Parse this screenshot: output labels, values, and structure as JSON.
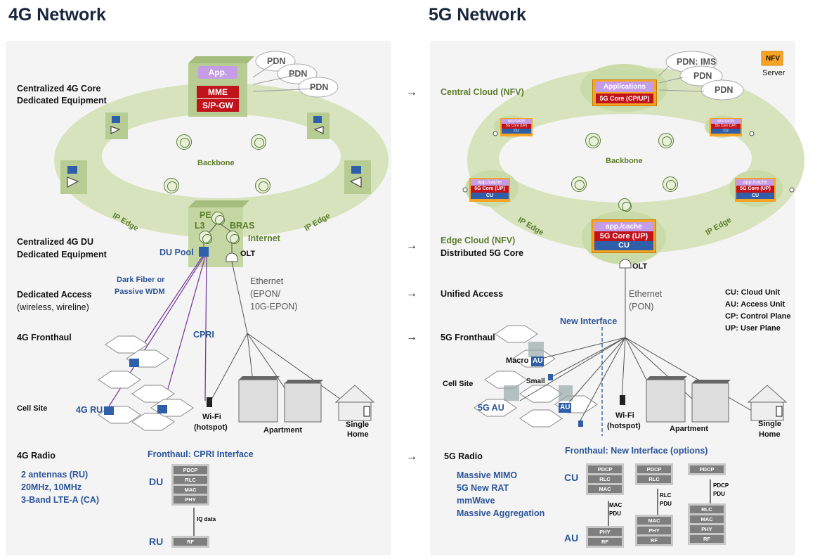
{
  "left": {
    "title": "4G Network",
    "pdn": [
      "PDN",
      "PDN",
      "PDN"
    ],
    "core_boxes": {
      "app": "App.",
      "mme": "MME",
      "spgw": "S/P-GW"
    },
    "backbone": "Backbone",
    "ip_edge": [
      "IP Edge",
      "IP Edge"
    ],
    "labels": {
      "core": [
        "Centralized 4G Core",
        "Dedicated Equipment"
      ],
      "du": [
        "Centralized 4G DU",
        "Dedicated Equipment"
      ],
      "access": [
        "Dedicated Access",
        "(wireless, wireline)"
      ],
      "fronthaul": "4G Fronthaul",
      "cell_site": "Cell Site",
      "radio": "4G Radio"
    },
    "pe": "PE",
    "l3": "L3",
    "bras": "BRAS",
    "internet": "Internet",
    "du_pool": "DU Pool",
    "olt": "OLT",
    "dark_fiber": [
      "Dark Fiber or",
      "Passive WDM"
    ],
    "ethernet": [
      "Ethernet",
      "(EPON/",
      "10G-EPON)"
    ],
    "cpri": "CPRI",
    "ru": "4G RU",
    "wifi": [
      "Wi-Fi",
      "(hotspot)"
    ],
    "apartment": "Apartment",
    "single_home": [
      "Single",
      "Home"
    ],
    "radio_specs": [
      "2 antennas (RU)",
      "20MHz, 10MHz",
      "3-Band LTE-A (CA)"
    ],
    "fronthaul_title": "Fronthaul: CPRI Interface",
    "du_label": "DU",
    "du_stack": [
      "PDCP",
      "RLC",
      "MAC",
      "PHY"
    ],
    "iq_data": "IQ data",
    "ru_label": "RU",
    "ru_stack": [
      "RF"
    ]
  },
  "arrows": [
    "→",
    "→",
    "→",
    "→",
    "→"
  ],
  "right": {
    "title": "5G Network",
    "pdn": [
      "PDN: IMS",
      "PDN",
      "PDN"
    ],
    "nfv": "NFV",
    "server": "Server",
    "central_cloud": "Central Cloud (NFV)",
    "core_box": [
      "Applications",
      "5G Core (CP/UP)"
    ],
    "small_box": [
      "app./cache",
      "5G Core (UP)",
      "CU"
    ],
    "backbone": "Backbone",
    "ip_edge": [
      "IP Edge",
      "IP Edge"
    ],
    "edge_cloud": "Edge Cloud (NFV)",
    "dist_core": "Distributed 5G Core",
    "edge_box": [
      "app./cache",
      "5G Core (UP)",
      "CU"
    ],
    "olt": "OLT",
    "unified_access": "Unified Access",
    "ethernet": [
      "Ethernet",
      "(PON)"
    ],
    "legend": [
      "CU: Cloud Unit",
      "AU: Access Unit",
      "CP: Control Plane",
      "UP: User Plane"
    ],
    "new_interface": "New Interface",
    "fronthaul": "5G Fronthaul",
    "macro": "Macro",
    "au": "AU",
    "small": "Small",
    "cell_site": "Cell Site",
    "au5g": "5G AU",
    "wifi": [
      "Wi-Fi",
      "(hotspot)"
    ],
    "apartment": "Apartment",
    "single_home": [
      "Single",
      "Home"
    ],
    "radio": "5G Radio",
    "radio_specs": [
      "Massive MIMO",
      "5G New RAT",
      "mmWave",
      "Massive Aggregation"
    ],
    "fronthaul_title": "Fronthaul: New Interface (options)",
    "cu_label": "CU",
    "au_label": "AU",
    "opt1_top": [
      "PDCP",
      "RLC",
      "MAC"
    ],
    "opt1_pdu": [
      "MAC",
      "PDU"
    ],
    "opt1_bot": [
      "PHY",
      "RF"
    ],
    "opt2_top": [
      "PDCP",
      "RLC"
    ],
    "opt2_pdu": [
      "RLC",
      "PDU"
    ],
    "opt2_bot": [
      "MAC",
      "PHY",
      "RF"
    ],
    "opt3_top": [
      "PDCP"
    ],
    "opt3_pdu": [
      "PDCP",
      "PDU"
    ],
    "opt3_bot": [
      "RLC",
      "MAC",
      "PHY",
      "RF"
    ]
  }
}
